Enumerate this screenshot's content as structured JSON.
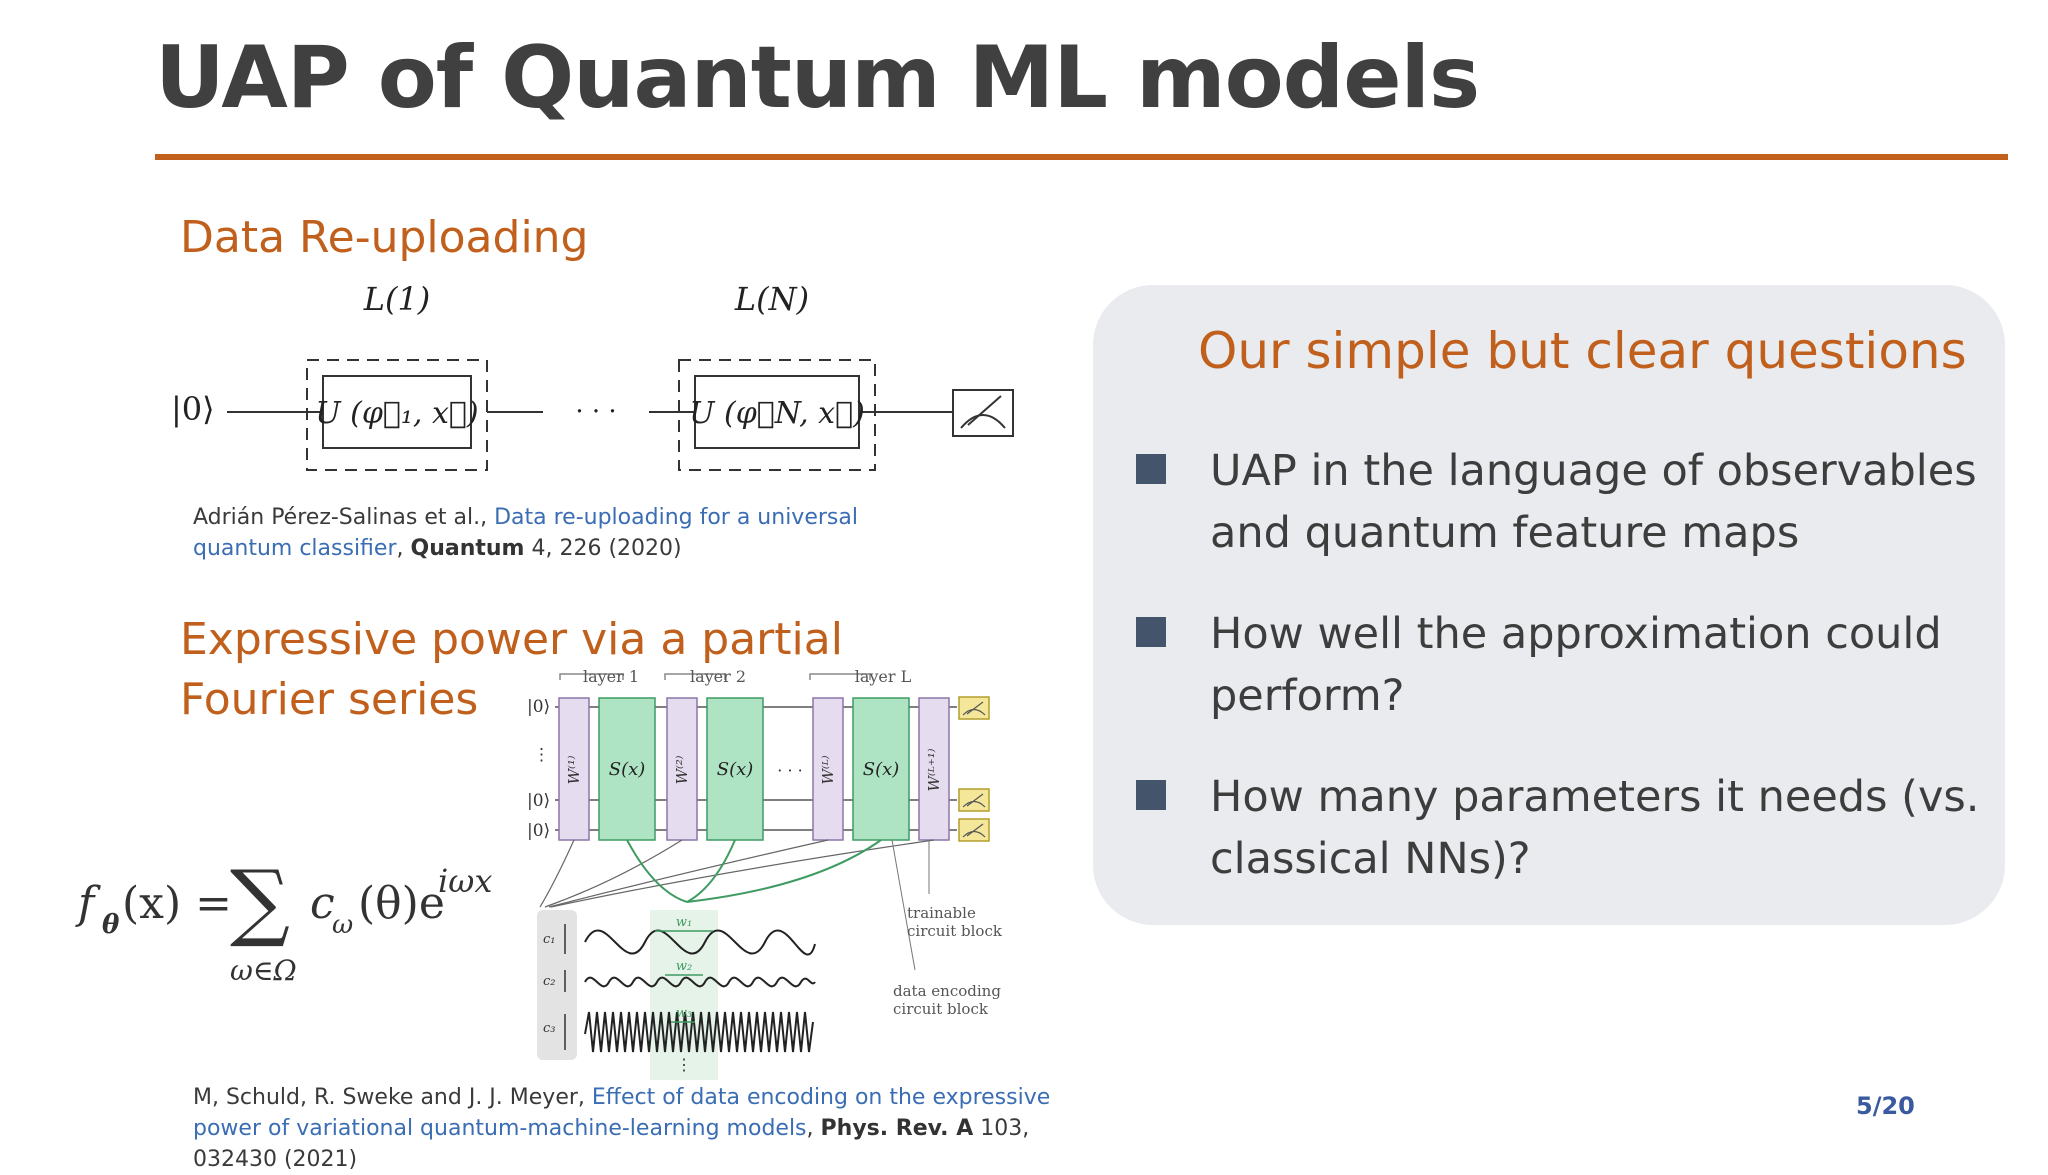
{
  "slide": {
    "title": "UAP of Quantum ML models",
    "page_number": "5/20",
    "accent_color": "#c0601c"
  },
  "reuploading": {
    "heading": "Data Re-uploading",
    "layer_labels": [
      "L(1)",
      "L(N)"
    ],
    "input_state": "|0⟩",
    "gate_labels": [
      "U (φ⃗₁, x⃗)",
      "U (φ⃗N, x⃗)"
    ],
    "ellipsis": "· · ·",
    "citation": {
      "authors": "Adrián Pérez-Salinas et al., ",
      "title": "Data re-uploading for a universal quantum classifier",
      "separator": ", ",
      "journal": "Quantum",
      "details": " 4, 226 (2020)"
    }
  },
  "fourier": {
    "heading_line1": "Expressive power via a partial",
    "heading_line2": "Fourier series",
    "formula": {
      "lhs": "f",
      "lhs_sub": "θ",
      "lhs_arg": "(x) =",
      "sum_symbol": "∑",
      "sum_range": "ω∈Ω",
      "term": "c",
      "term_sub": "ω",
      "term_arg": "(θ)e",
      "exponent": "iωx"
    },
    "diagram": {
      "layer_labels": [
        "layer 1",
        "layer 2",
        "layer L"
      ],
      "qubit_labels": [
        "|0⟩",
        "⋮",
        "|0⟩",
        "|0⟩"
      ],
      "trainable_blocks": [
        "W⁽¹⁾",
        "W⁽²⁾",
        "W⁽ᴸ⁾",
        "W⁽ᴸ⁺¹⁾"
      ],
      "encoding_label": "S(x)",
      "ellipsis": "· · ·",
      "coefficient_labels": [
        "c₁",
        "c₂",
        "c₃"
      ],
      "frequency_labels": [
        "w₁",
        "w₂",
        "w₃"
      ],
      "annotation_trainable": [
        "trainable",
        "circuit block"
      ],
      "annotation_encoding": [
        "data encoding",
        "circuit block"
      ]
    },
    "citation": {
      "authors": "M, Schuld, R. Sweke and J. J. Meyer, ",
      "title": "Effect of data encoding on the expressive power of variational quantum-machine-learning models",
      "separator": ", ",
      "journal": "Phys. Rev. A",
      "details": " 103,  032430 (2021)"
    }
  },
  "questions": {
    "title": "Our simple but clear questions",
    "items": [
      "UAP in the language of observables and quantum feature maps",
      "How well the approximation could perform?",
      "How many parameters it needs (vs. classical NNs)?"
    ]
  }
}
